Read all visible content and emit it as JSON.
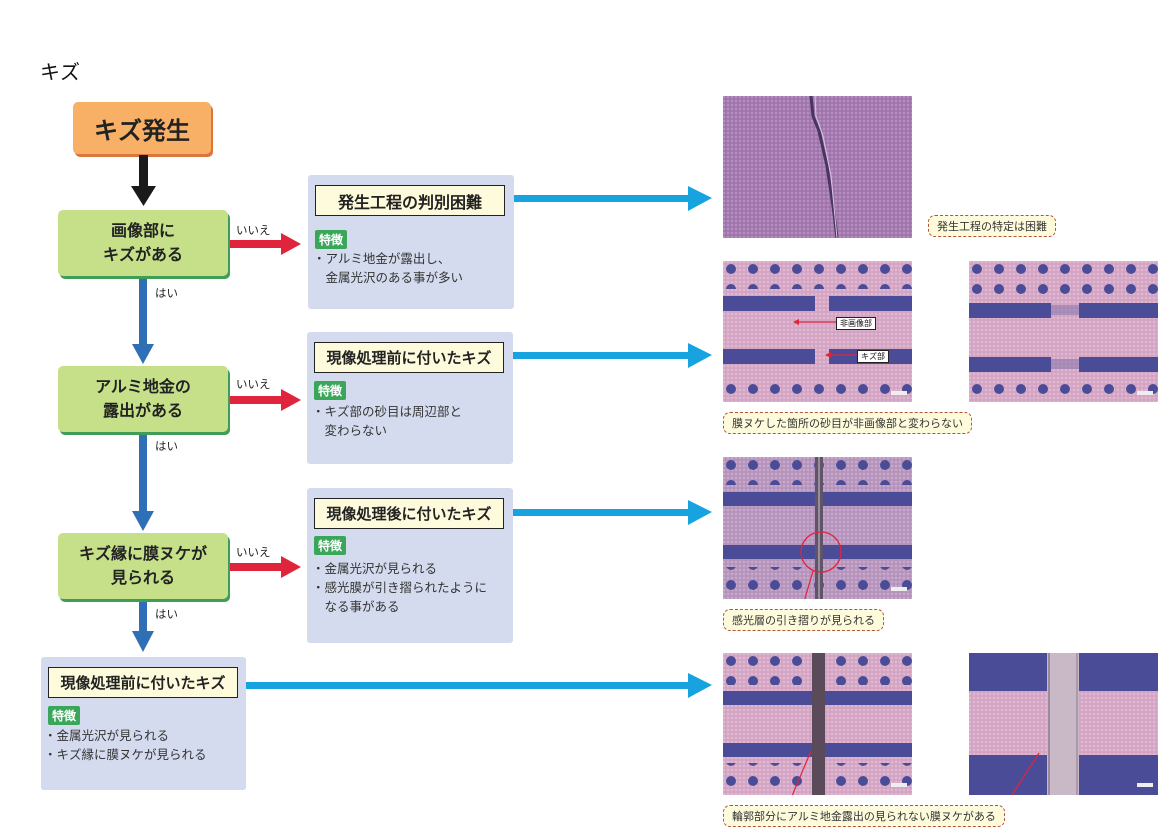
{
  "page": {
    "title": "キズ"
  },
  "colors": {
    "start_box": "#f8b066",
    "decision_box": "#c6e08a",
    "result_box": "#d4dbee",
    "feature_badge": "#3aa65a",
    "yes_arrow": "#2f6fb5",
    "no_arrow": "#e0243b",
    "result_arrow": "#16a3e0",
    "caption_bg": "#fefbdc"
  },
  "flow": {
    "start": {
      "label": "キズ発生"
    },
    "decisions": [
      {
        "label": "画像部に\nキズがある",
        "no_label": "いいえ",
        "yes_label": "はい"
      },
      {
        "label": "アルミ地金の\n露出がある",
        "no_label": "いいえ",
        "yes_label": "はい"
      },
      {
        "label": "キズ縁に膜ヌケが\n見られる",
        "no_label": "いいえ",
        "yes_label": "はい"
      }
    ],
    "results": [
      {
        "title": "発生工程の判別困難",
        "feature_label": "特徴",
        "features": "・アルミ地金が露出し、\n　金属光沢のある事が多い"
      },
      {
        "title": "現像処理前に付いたキズ",
        "feature_label": "特徴",
        "features": "・キズ部の砂目は周辺部と\n　変わらない"
      },
      {
        "title": "現像処理後に付いたキズ",
        "feature_label": "特徴",
        "features": "・金属光沢が見られる\n・感光膜が引き摺られたように\n　なる事がある"
      },
      {
        "title": "現像処理前に付いたキズ",
        "feature_label": "特徴",
        "features": "・金属光沢が見られる\n・キズ縁に膜ヌケが見られる"
      }
    ]
  },
  "photos": {
    "row1": {
      "caption": "発生工程の特定は困難"
    },
    "row2": {
      "caption": "膜ヌケした箇所の砂目が非画像部と変わらない",
      "tag_non_image": "非画像部",
      "tag_scratch": "キズ部"
    },
    "row3": {
      "caption": "感光層の引き摺りが見られる"
    },
    "row4": {
      "caption": "輪郭部分にアルミ地金露出の見られない膜ヌケがある"
    }
  }
}
